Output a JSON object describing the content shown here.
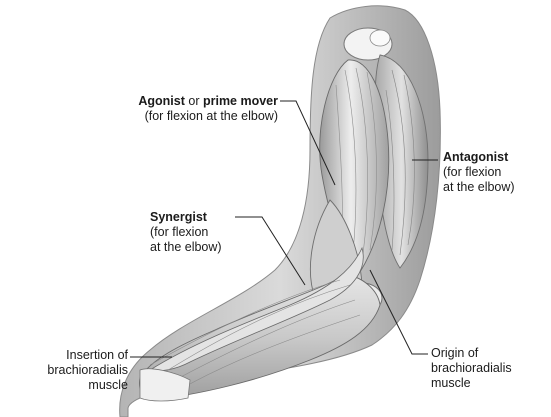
{
  "labels": {
    "agonist": {
      "term1": "Agonist",
      "joiner": " or ",
      "term2": "prime mover",
      "note": "(for flexion at the elbow)"
    },
    "antagonist": {
      "term": "Antagonist",
      "note1": "(for flexion",
      "note2": "at the elbow)"
    },
    "synergist": {
      "term": "Synergist",
      "note1": "(for flexion",
      "note2": "at the elbow)"
    },
    "insertion": {
      "line1": "Insertion of",
      "line2": "brachioradialis",
      "line3": "muscle"
    },
    "origin": {
      "line1": "Origin of",
      "line2": "brachioradialis",
      "line3": "muscle"
    }
  },
  "colors": {
    "skin": "#d9d9d9",
    "skin_shadow": "#a9a9a9",
    "muscle_light": "#efefef",
    "muscle_mid": "#c7c7c7",
    "muscle_dark": "#8a8a8a",
    "bone": "#f4f4f4",
    "leader": "#222222"
  }
}
